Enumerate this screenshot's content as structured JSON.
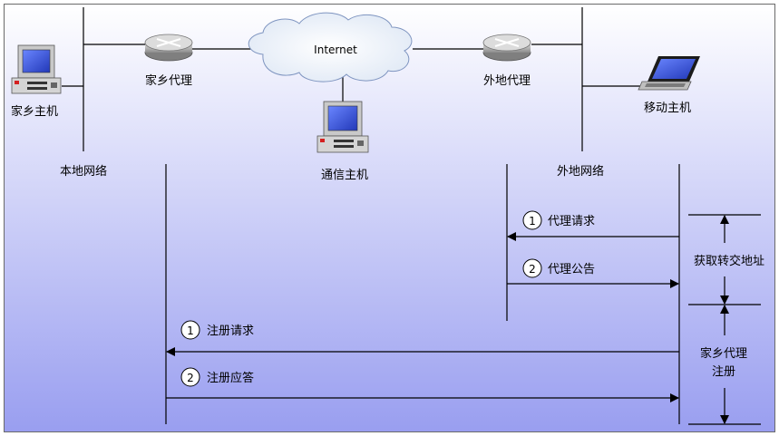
{
  "topology": {
    "internet": "Internet",
    "home_host": "家乡主机",
    "home_agent": "家乡代理",
    "foreign_agent": "外地代理",
    "mobile_host": "移动主机",
    "comm_host": "通信主机",
    "local_network": "本地网络",
    "foreign_network": "外地网络"
  },
  "sequence": {
    "messages": [
      {
        "num": "1",
        "label": "代理请求"
      },
      {
        "num": "2",
        "label": "代理公告"
      },
      {
        "num": "1",
        "label": "注册请求"
      },
      {
        "num": "2",
        "label": "注册应答"
      }
    ],
    "phases": {
      "obtain_care_of": "获取转交地址",
      "home_registration_line1": "家乡代理",
      "home_registration_line2": "注册"
    }
  },
  "colors": {
    "bg_top": "#ffffff",
    "bg_bottom": "#9a9ff0",
    "line": "#000000",
    "screen": "#3d5bd6"
  }
}
